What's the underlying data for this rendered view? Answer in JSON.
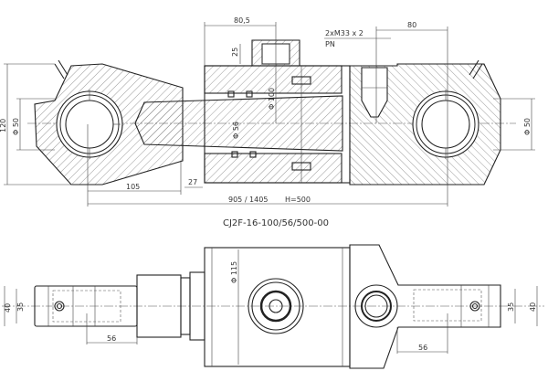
{
  "drawing": {
    "title": "CJ2F-16-100/56/500-00",
    "section_view": {
      "dims": {
        "port_spacing": "80,5",
        "port_height": "25",
        "port_thread": "2xM33 x 2",
        "port_label": "PN",
        "right_port_offset": "80",
        "overall_height": "120",
        "left_eye_dia": "Φ 50",
        "right_eye_dia": "Φ 50",
        "rod_dia": "Φ 56",
        "bore_dia": "Φ 100",
        "rod_end_length": "105",
        "gap": "27",
        "total_length": "905 / 1405",
        "stroke": "H=500"
      }
    },
    "top_view": {
      "dims": {
        "left_width_inner": "35",
        "left_width_outer": "40",
        "right_width_inner": "35",
        "right_width_outer": "40",
        "left_length": "56",
        "right_length": "56",
        "barrel_dia": "Φ 115"
      }
    }
  }
}
